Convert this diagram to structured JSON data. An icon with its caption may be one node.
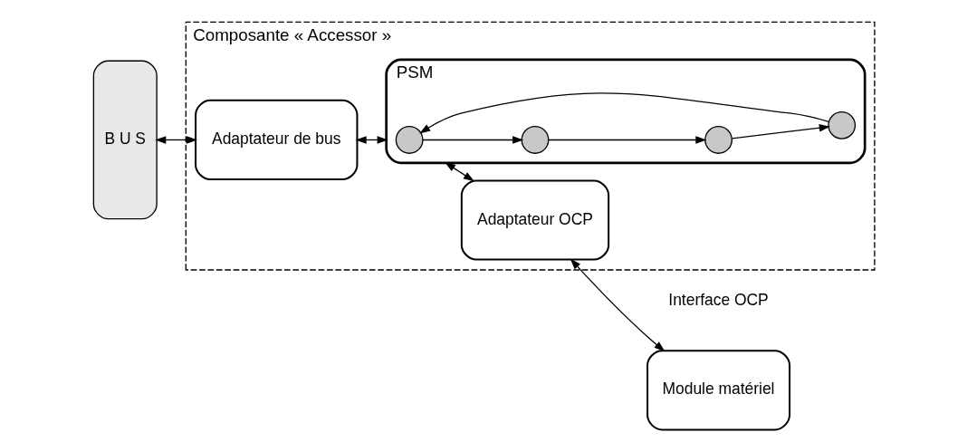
{
  "diagram": {
    "nodes": [
      {
        "text": [
          "B U S"
        ]
      },
      {
        "text": [
          "Composante « Accessor »"
        ]
      },
      {
        "text": [
          "Adaptateur de bus"
        ],
        "in": 1
      },
      {
        "text": [
          "PSM"
        ],
        "in": 1
      },
      {
        "text": [],
        "shape": "circle",
        "in": 3
      },
      {
        "text": [],
        "shape": "circle",
        "in": 3
      },
      {
        "text": [],
        "shape": "circle",
        "in": 3
      },
      {
        "text": [],
        "shape": "circle",
        "in": 3
      },
      {
        "text": [
          "Adaptateur OCP"
        ],
        "in": 1
      },
      {
        "text": [
          "Module matériel"
        ]
      }
    ],
    "edges": [
      {
        "from": 0,
        "to": 2,
        "arrow": "both"
      },
      {
        "from": 2,
        "to": 3,
        "arrow": "both"
      },
      {
        "from": 3,
        "to": 8,
        "arrow": "both"
      },
      {
        "from": 8,
        "to": 9,
        "arrow": "both"
      },
      {
        "from": 4,
        "to": 5,
        "arrow": "to"
      },
      {
        "from": 5,
        "to": 6,
        "arrow": "to"
      },
      {
        "from": 6,
        "to": 7,
        "arrow": "to"
      },
      {
        "from": 7,
        "to": 4,
        "arrow": "to"
      }
    ],
    "labels": [
      "Interface OCP"
    ]
  }
}
